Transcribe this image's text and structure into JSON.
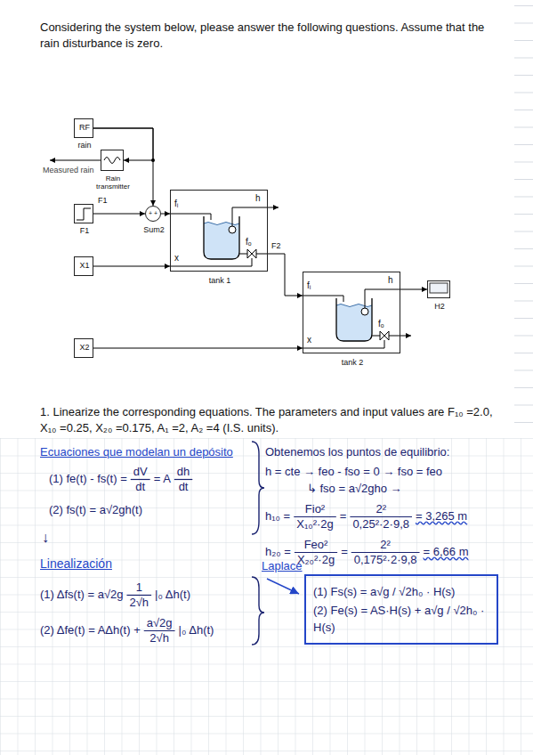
{
  "diagram": {
    "nodes": [
      {
        "text": [
          "RF",
          "rain"
        ]
      },
      {
        "text": [
          "Rain transmitter"
        ]
      },
      {
        "text": [
          "F1",
          "F1"
        ]
      },
      {
        "text": [
          "+",
          "+",
          "Sum2"
        ]
      },
      {
        "text": [
          "fᵢ",
          "h",
          "x",
          "fₒ",
          "tank 1"
        ]
      },
      {
        "text": [
          "X1"
        ]
      },
      {
        "text": [
          "fᵢ",
          "h",
          "x",
          "fₒ",
          "tank 2"
        ]
      },
      {
        "text": [
          "X2"
        ]
      },
      {
        "text": [
          "H2"
        ]
      },
      {
        "text": [
          "(1) Fs(s) = a√g / √2h₀ · H(s)",
          "(2) Fe(s) = AS·H(s) + a√g / √2h₀ · H(s)"
        ]
      }
    ],
    "edges": [
      {
        "from": 0,
        "to": 3,
        "arrow": "to"
      },
      {
        "from": 0,
        "to": 1,
        "arrow": "to"
      },
      {
        "from": 2,
        "to": 3,
        "arrow": "to"
      },
      {
        "from": 3,
        "to": 4,
        "arrow": "to"
      },
      {
        "from": 5,
        "to": 4,
        "arrow": "to"
      },
      {
        "from": 4,
        "to": 6,
        "label": "F2",
        "arrow": "to"
      },
      {
        "from": 7,
        "to": 6,
        "arrow": "to"
      },
      {
        "from": 6,
        "to": 8,
        "arrow": "to"
      }
    ],
    "labels": [
      "Considering the system below, please answer the following questions. Assume that the rain disturbance is zero.",
      "Measured rain",
      "1. Linearize the corresponding equations. The parameters and input values are F₁₀ =2.0, X₁₀ =0.25, X₂₀ =0.175, A₁ =2, A₂ =4 (I.S. units).",
      "Ecuaciones que modelan un depósito",
      "(1) fe(t) - fs(t) =",
      "dV",
      "dt",
      "= A",
      "dh",
      "dt",
      "(2) fs(t) = a√2gh(t)",
      "Obtenemos los puntos de equilibrio:",
      "h = cte → feo - fso = 0 → fso = feo",
      "↳ fso = a√2gho →",
      "h₁₀ =",
      "Fio²",
      "X₁₀²·2g",
      "=",
      "2²",
      "0,25²·2·9,8",
      "= 3,265 m",
      "h₂₀ =",
      "Feo²",
      "X₂₀²·2g",
      "=",
      "2²",
      "0,175²·2·9,8",
      "= 6,66 m",
      "↓",
      "Linealización",
      "(1) Δfs(t) = a√2g",
      "1",
      "2√h",
      "|₀ Δh(t)",
      "(2) Δfe(t) = AΔh(t) +",
      "a√2g",
      "2√h",
      "|₀ Δh(t)",
      "Laplace"
    ]
  }
}
